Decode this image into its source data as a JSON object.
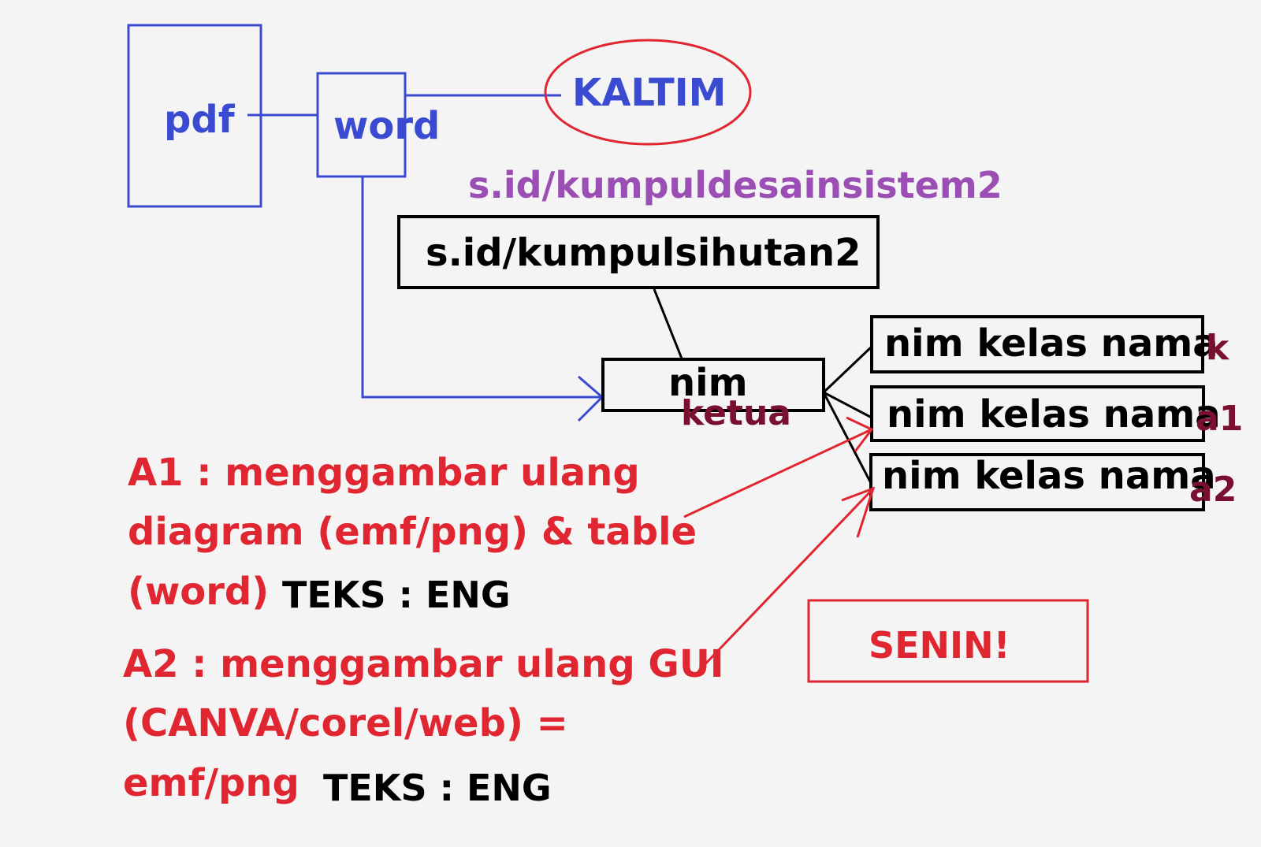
{
  "nodes": {
    "pdf": "pdf",
    "word": "word",
    "kaltim": "KALTIM",
    "link_desain": "s.id/kumpuldesainsistem2",
    "link_hutan": "s.id/kumpulsihutan2",
    "nim": "nim",
    "ketua": "ketua",
    "members": [
      {
        "text": "nim kelas nama",
        "tag": "k"
      },
      {
        "text": "nim kelas nama",
        "tag": "a1"
      },
      {
        "text": "nim kelas nama",
        "tag": "a2"
      }
    ]
  },
  "notes": {
    "a1_line1": "A1 : menggambar ulang",
    "a1_line2": "diagram (emf/png) & table",
    "a1_line3": "(word)",
    "a1_lang": "TEKS : ENG",
    "a2_line1": "A2 : menggambar ulang GUI",
    "a2_line2": "(CANVA/corel/web) =",
    "a2_line3": "emf/png",
    "a2_lang": "TEKS : ENG",
    "deadline": "SENIN!"
  },
  "colors": {
    "blue": "#3b4bd1",
    "purple": "#9b4fb5",
    "maroon": "#7a1030",
    "red": "#e02630",
    "background": "#f4f4f4"
  }
}
